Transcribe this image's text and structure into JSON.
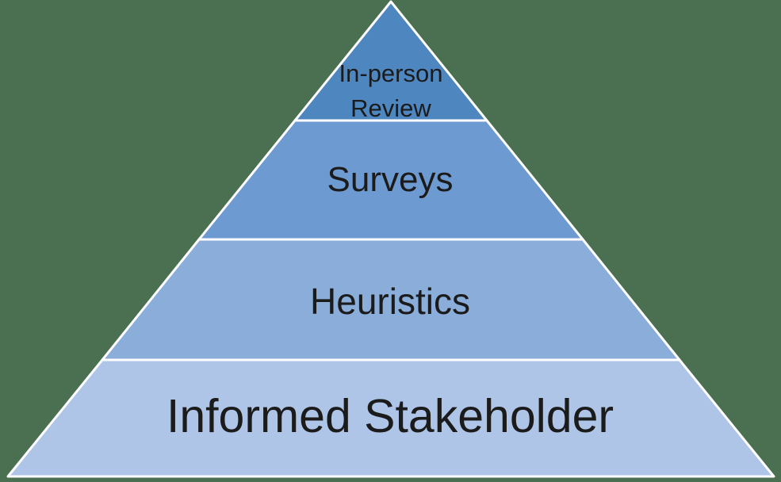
{
  "background_color": "#4a7051",
  "pyramid": {
    "type": "pyramid-diagram",
    "border_color": "#ffffff",
    "text_color": "#1b1b1b",
    "levels": [
      {
        "name": "in-person-review",
        "lines": [
          "In-person",
          "Review"
        ],
        "color": "#4e86c0"
      },
      {
        "name": "surveys",
        "lines": [
          "Surveys"
        ],
        "color": "#6d9ad0"
      },
      {
        "name": "heuristics",
        "lines": [
          "Heuristics"
        ],
        "color": "#8badda"
      },
      {
        "name": "informed-stakeholder",
        "lines": [
          "Informed Stakeholder"
        ],
        "color": "#aec5e8"
      }
    ]
  }
}
